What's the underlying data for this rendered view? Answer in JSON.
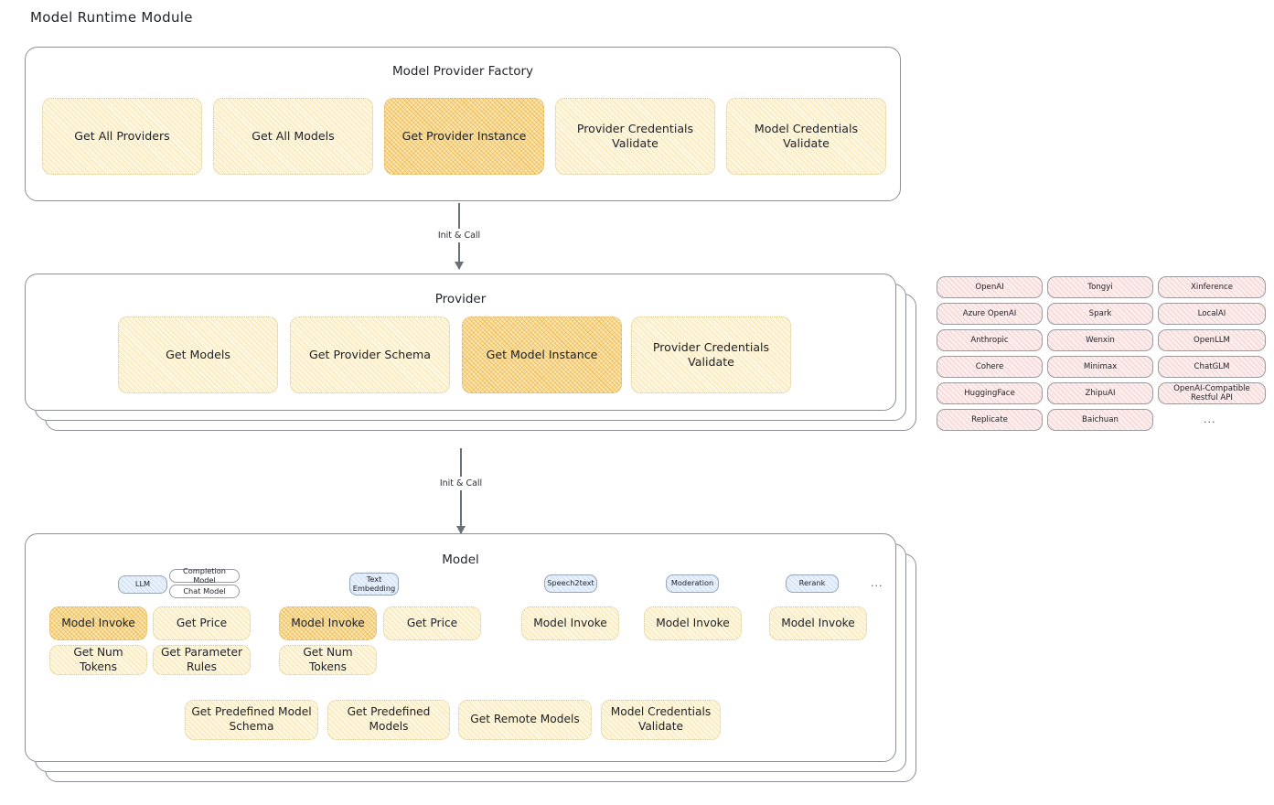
{
  "page": {
    "title": "Model Runtime Module"
  },
  "sections": {
    "factory": {
      "title": "Model Provider Factory",
      "boxes": [
        {
          "label": "Get All Providers",
          "highlight": false
        },
        {
          "label": "Get All Models",
          "highlight": false
        },
        {
          "label": "Get Provider Instance",
          "highlight": true
        },
        {
          "label": "Provider Credentials Validate",
          "highlight": false
        },
        {
          "label": "Model Credentials Validate",
          "highlight": false
        }
      ]
    },
    "provider": {
      "title": "Provider",
      "boxes": [
        {
          "label": "Get Models",
          "highlight": false
        },
        {
          "label": "Get Provider Schema",
          "highlight": false
        },
        {
          "label": "Get Model Instance",
          "highlight": true
        },
        {
          "label": "Provider Credentials Validate",
          "highlight": false
        }
      ]
    },
    "model": {
      "title": "Model",
      "groups": [
        {
          "badge": "LLM",
          "sub_badges": [
            "Completion Model",
            "Chat Model"
          ],
          "boxes": [
            {
              "label": "Model Invoke",
              "highlight": true
            },
            {
              "label": "Get Price",
              "highlight": false
            },
            {
              "label": "Get Num Tokens",
              "highlight": false
            },
            {
              "label": "Get Parameter Rules",
              "highlight": false
            }
          ]
        },
        {
          "badge": "Text Embedding",
          "sub_badges": [],
          "boxes": [
            {
              "label": "Model Invoke",
              "highlight": true
            },
            {
              "label": "Get Price",
              "highlight": false
            },
            {
              "label": "Get Num Tokens",
              "highlight": false
            }
          ]
        },
        {
          "badge": "Speech2text",
          "sub_badges": [],
          "boxes": [
            {
              "label": "Model Invoke",
              "highlight": false
            }
          ]
        },
        {
          "badge": "Moderation",
          "sub_badges": [],
          "boxes": [
            {
              "label": "Model Invoke",
              "highlight": false
            }
          ]
        },
        {
          "badge": "Rerank",
          "sub_badges": [],
          "boxes": [
            {
              "label": "Model Invoke",
              "highlight": false
            }
          ]
        }
      ],
      "more": "...",
      "common_boxes": [
        {
          "label": "Get Predefined Model Schema"
        },
        {
          "label": "Get Predefined Models"
        },
        {
          "label": "Get Remote Models"
        },
        {
          "label": "Model Credentials Validate"
        }
      ]
    }
  },
  "arrows": [
    {
      "label": "Init & Call"
    },
    {
      "label": "Init & Call"
    }
  ],
  "provider_list": {
    "columns": [
      {
        "items": [
          "OpenAI",
          "Azure OpenAI",
          "Anthropic",
          "Cohere",
          "HuggingFace",
          "Replicate"
        ],
        "more": ""
      },
      {
        "items": [
          "Tongyi",
          "Spark",
          "Wenxin",
          "Minimax",
          "ZhipuAI",
          "Baichuan"
        ],
        "more": ""
      },
      {
        "items": [
          "Xinference",
          "LocalAI",
          "OpenLLM",
          "ChatGLM",
          "OpenAI-Compatible Restful API"
        ],
        "more": "..."
      }
    ]
  },
  "colors": {
    "box_fill": "#fdf6e0",
    "box_fill_highlight": "#fbe6b4",
    "box_border": "#d9c98f",
    "tag_fill": "#fdeeee",
    "badge_blue": "#e8f1fb",
    "container_border": "#8d9096"
  }
}
